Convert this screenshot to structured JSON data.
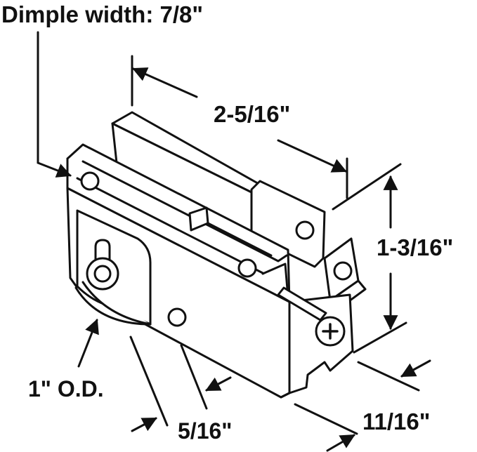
{
  "diagram": {
    "labels": {
      "dimple_width": "Dimple width: 7/8\"",
      "width": "2-5/16\"",
      "height": "1-3/16\"",
      "wheel_od": "1\" O.D.",
      "axle_offset": "5/16\"",
      "depth": "11/16\""
    },
    "colors": {
      "ink": "#111111",
      "body": "#ffffff"
    },
    "icons": [
      "screw-head-icon",
      "wheel-icon"
    ]
  }
}
